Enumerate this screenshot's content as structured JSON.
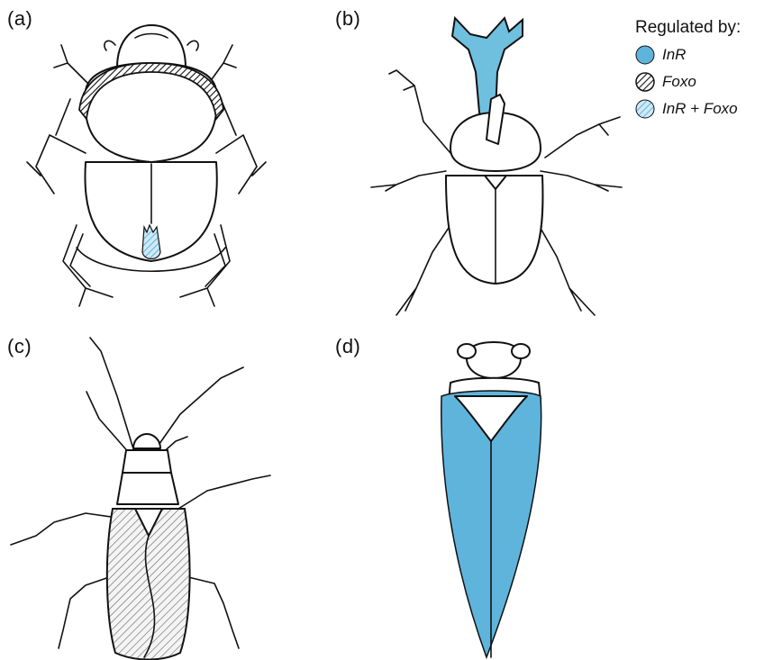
{
  "panels": {
    "a": {
      "label": "(a)"
    },
    "b": {
      "label": "(b)"
    },
    "c": {
      "label": "(c)"
    },
    "d": {
      "label": "(d)"
    }
  },
  "legend": {
    "title": "Regulated by:",
    "items": [
      {
        "label": "InR",
        "pattern": "solid-blue"
      },
      {
        "label": "Foxo",
        "pattern": "black-hatch"
      },
      {
        "label": "InR + Foxo",
        "pattern": "blue-hatch"
      }
    ]
  },
  "colors": {
    "inr_blue": "#5fb4dc",
    "outline": "#111111",
    "hatch_gray": "#555555",
    "background": "#ffffff"
  }
}
